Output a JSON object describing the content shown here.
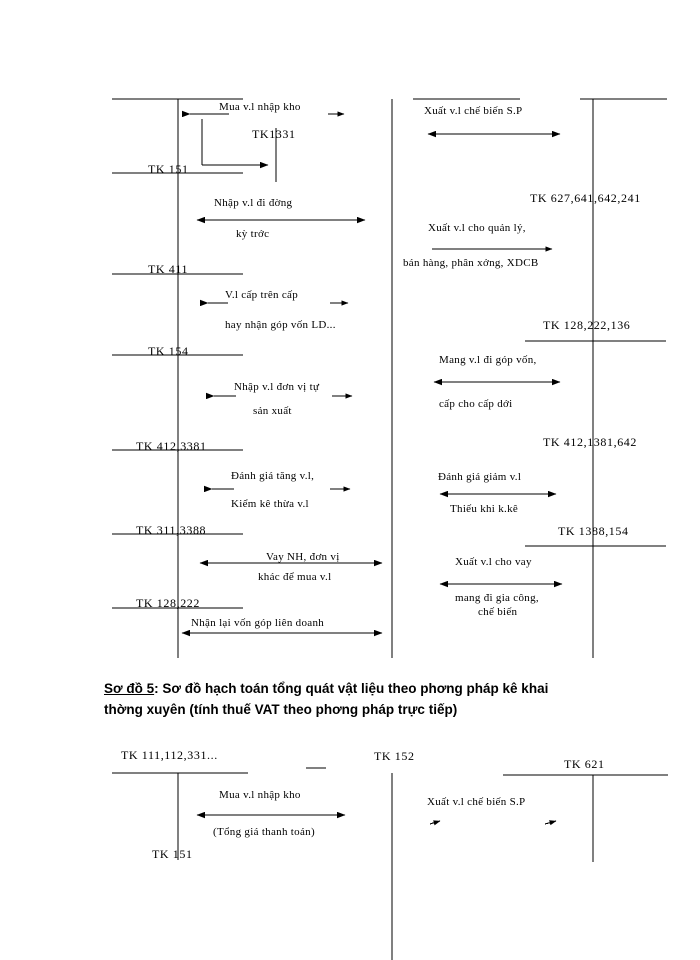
{
  "document": {
    "language": "vi",
    "title": "So do hach toan tong quat vat lieu"
  },
  "diagram_top": {
    "accounts": {
      "left_col": [
        {
          "id": "tk-151",
          "label": "TK 151"
        },
        {
          "id": "tk-411",
          "label": "TK 411"
        },
        {
          "id": "tk-154",
          "label": "TK 154"
        },
        {
          "id": "tk-412-3381",
          "label": "TK 412,3381"
        },
        {
          "id": "tk-311-3388",
          "label": "TK 311,3388"
        },
        {
          "id": "tk-128-222",
          "label": "TK 128,222"
        }
      ],
      "inner": [
        {
          "id": "tk-1331",
          "label": "TK1331"
        }
      ],
      "right_col": [
        {
          "id": "tk-627-641-642-241",
          "label": "TK 627,641,642,241"
        },
        {
          "id": "tk-128-222-136",
          "label": "TK 128,222,136"
        },
        {
          "id": "tk-412-1381-642",
          "label": "TK 412,1381,642"
        },
        {
          "id": "tk-1388-154",
          "label": "TK 1388,154"
        }
      ]
    },
    "flows_left": [
      {
        "id": "mua-vl-nhap-kho",
        "line1": "Mua  v.l nhập kho",
        "line2": ""
      },
      {
        "id": "nhap-vl-di-dong",
        "line1": "Nhập v.l đi đờng",
        "line2": "kỳ trớc"
      },
      {
        "id": "vl-cap-tren-cap",
        "line1": "V.l cấp trên cấp",
        "line2": "hay nhận góp vốn LD..."
      },
      {
        "id": "nhap-vl-don-vi-tu-san-xuat",
        "line1": "Nhập v.l đơn vị tự",
        "line2": "sản xuất"
      },
      {
        "id": "danh-gia-tang-vl",
        "line1": "Đánh giá tăng v.l,",
        "line2": "Kiểm kê thừa v.l"
      },
      {
        "id": "vay-nh-don-vi-khac",
        "line1": "Vay NH, đơn vị",
        "line2": "khác để mua v.l"
      },
      {
        "id": "nhan-lai-von-gop-lien-doanh",
        "line1": "Nhận lại vốn góp liên doanh",
        "line2": ""
      }
    ],
    "flows_right": [
      {
        "id": "xuat-vl-che-bien-sp",
        "line1": "Xuất v.l chế biến S.P",
        "line2": ""
      },
      {
        "id": "xuat-vl-cho-quan-ly",
        "line1": "Xuất v.l cho quản lý,",
        "line2": "bán hàng, phân xởng,   XDCB"
      },
      {
        "id": "mang-vl-di-gop-von",
        "line1": "Mang v.l đi góp vốn,",
        "line2": "cấp cho cấp dới"
      },
      {
        "id": "danh-gia-giam-vl",
        "line1": "Đánh giá giảm v.l",
        "line2": "Thiếu khi k.kê"
      },
      {
        "id": "xuat-vl-cho-vay",
        "line1": "Xuất v.l cho vay",
        "line2": "mang đi gia công,",
        "line3": "chế biến"
      }
    ]
  },
  "caption": {
    "prefix": "Sơ đồ 5",
    "colon": ":",
    "line1_rest": " Sơ đồ hạch toán tổng quát vật liệu theo phơng   pháp kê khai",
    "line2": "thờng   xuyên (tính thuế VAT theo phơng   pháp trực tiếp)"
  },
  "diagram_bottom": {
    "accounts": [
      {
        "id": "tk-111-112-331",
        "label": "TK 111,112,331..."
      },
      {
        "id": "tk-152-bottom",
        "label": "TK 152"
      },
      {
        "id": "tk-621-bottom",
        "label": "TK 621"
      },
      {
        "id": "tk-151-bottom",
        "label": "TK 151"
      }
    ],
    "flows": [
      {
        "id": "mua-vl-nhap-kho-bottom",
        "line1": "Mua  v.l nhập kho",
        "line2": "(Tổng giá thanh toán)"
      },
      {
        "id": "xuat-vl-che-bien-sp-bottom",
        "line1": "Xuất v.l chế biến S.P",
        "line2": ""
      }
    ]
  },
  "colors": {
    "ink": "#000000",
    "paper": "#ffffff"
  }
}
